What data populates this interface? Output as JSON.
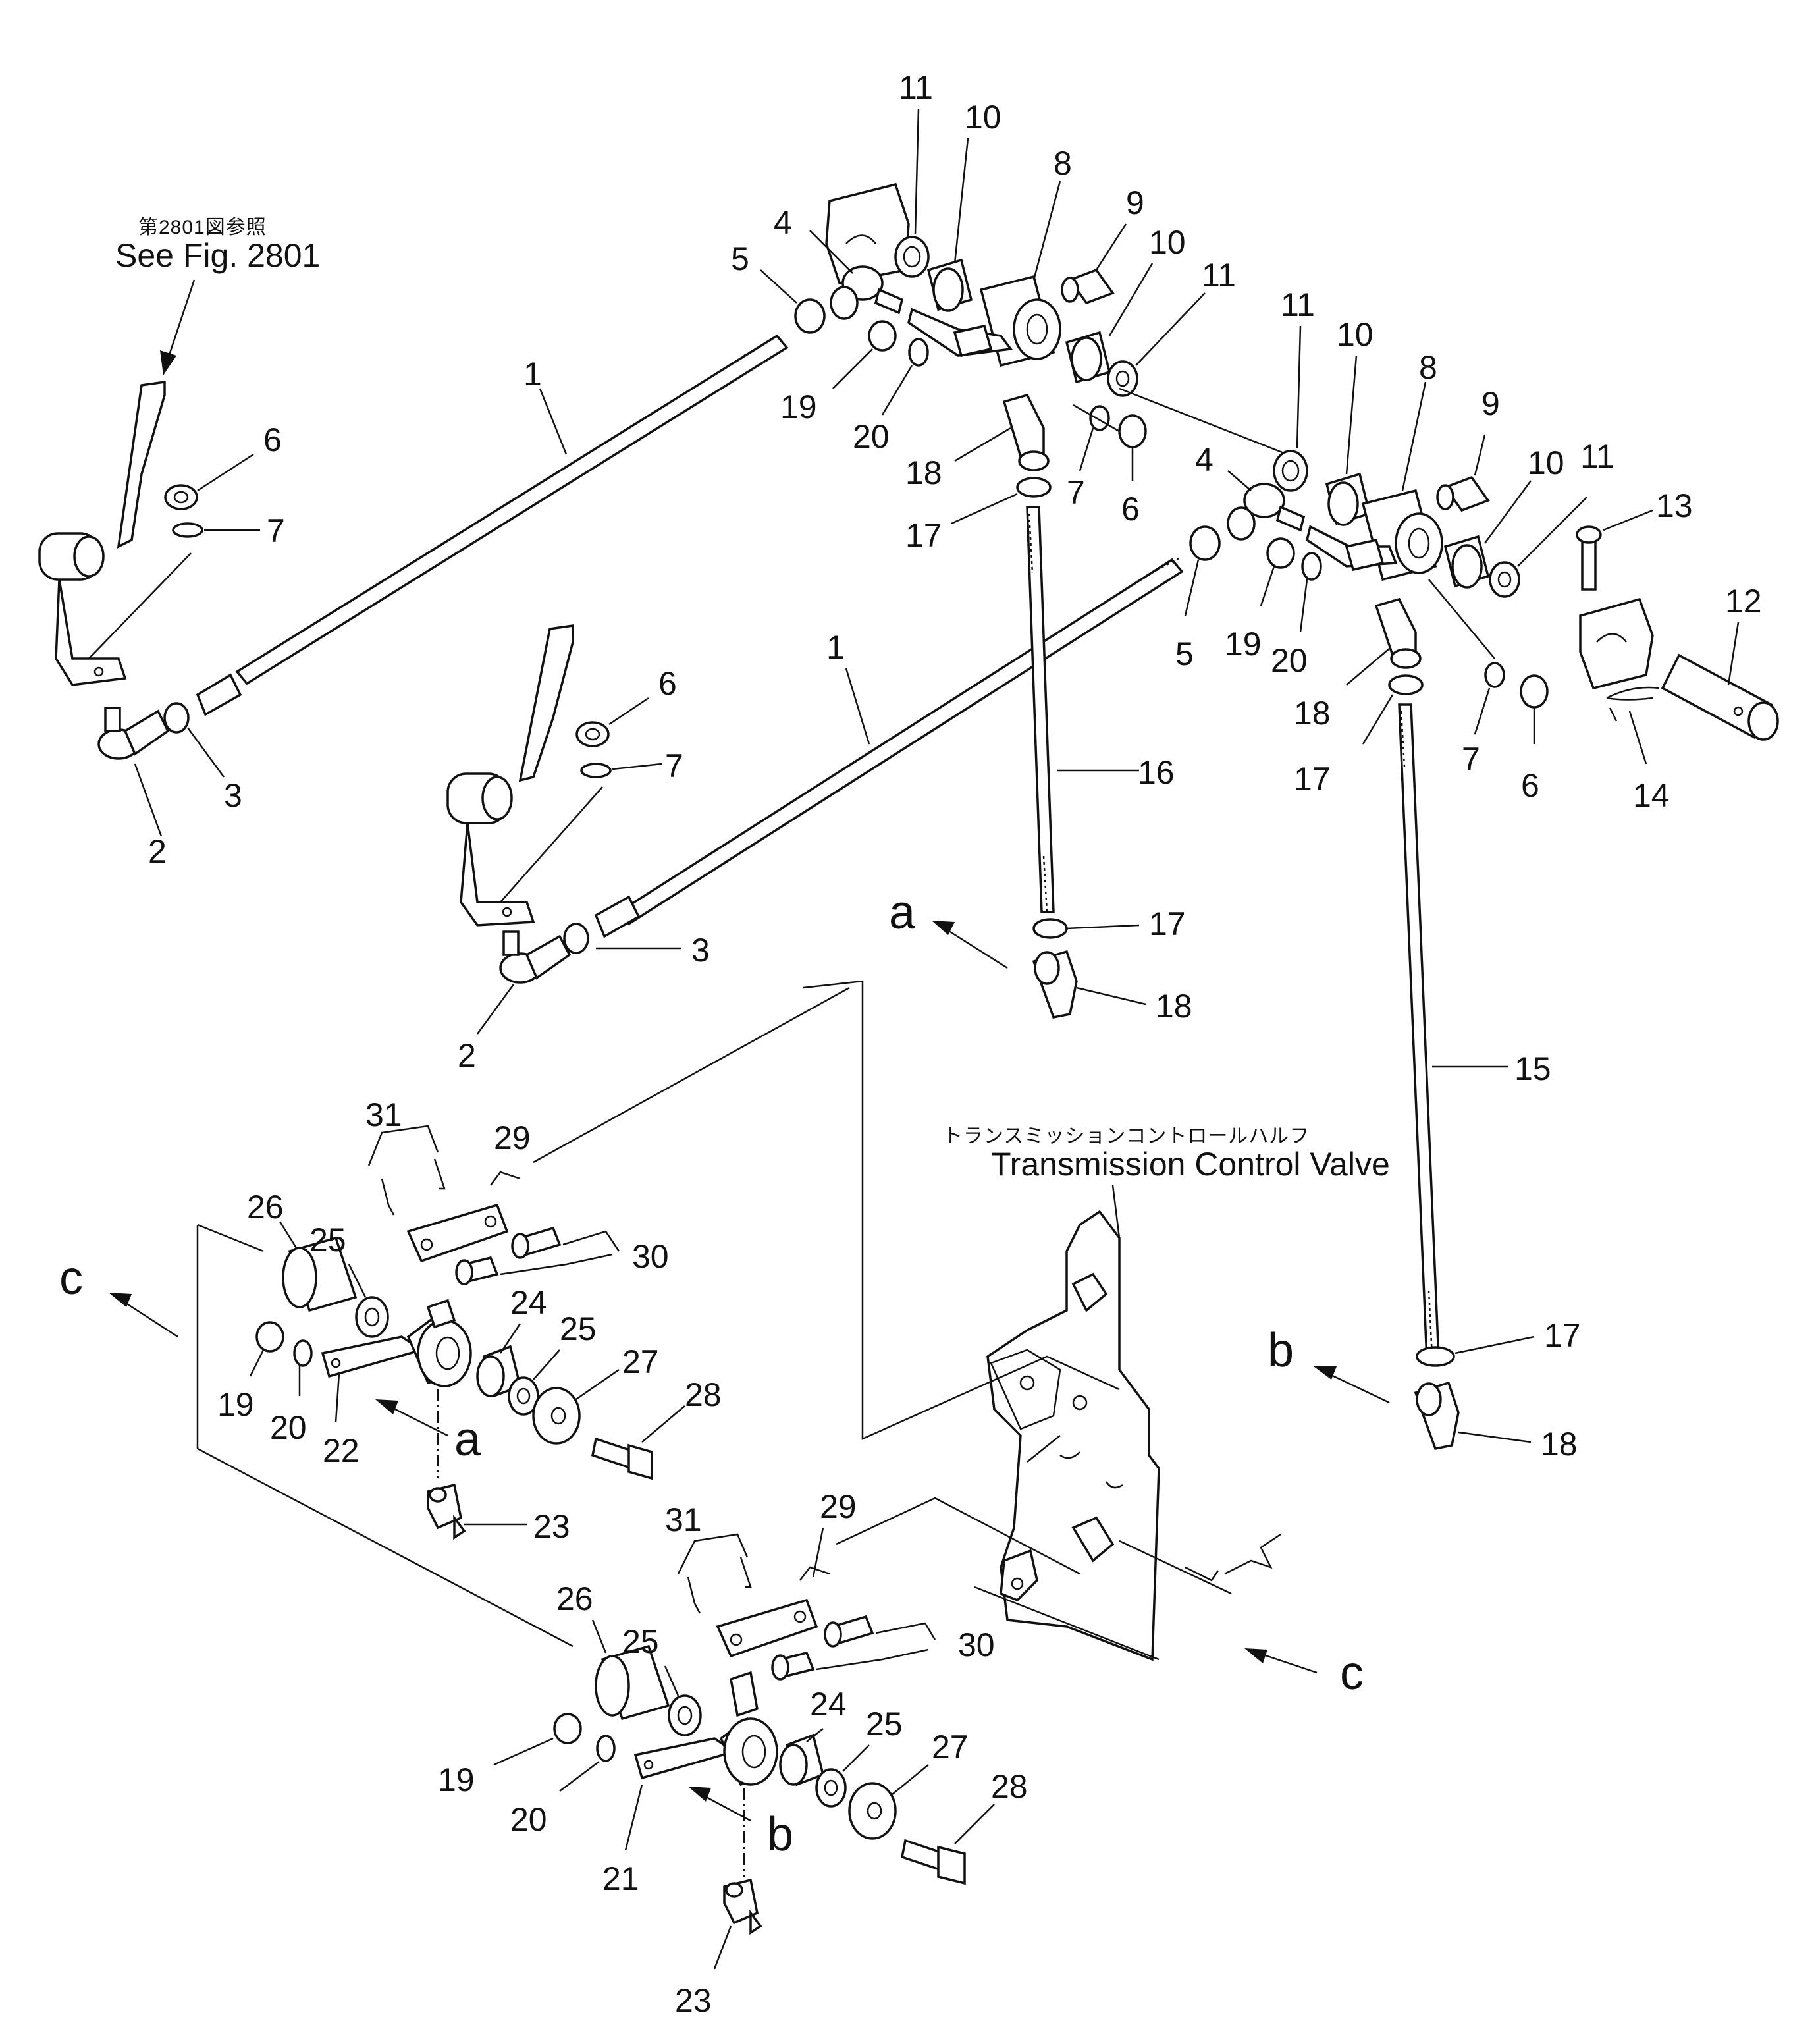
{
  "notes": {
    "see_fig_jp": "第2801図参照",
    "see_fig_en": "See Fig. 2801",
    "tcv_jp": "トランスミッションコントロールハルフ",
    "tcv_en": "Transmission Control Valve"
  },
  "views": {
    "a_upper": "a",
    "a_lower": "a",
    "b_upper": "b",
    "b_lower": "b",
    "c_left": "c",
    "c_right": "c"
  },
  "callouts": {
    "p1_upper": "1",
    "p1_lower": "1",
    "p2_upper": "2",
    "p2_lower": "2",
    "p3_upper": "3",
    "p3_lower": "3",
    "p4_left": "4",
    "p4_right": "4",
    "p5_left": "5",
    "p5_right": "5",
    "p6_a": "6",
    "p6_b": "6",
    "p6_c": "6",
    "p6_d": "6",
    "p7_a": "7",
    "p7_b": "7",
    "p7_c": "7",
    "p7_d": "7",
    "p8_left": "8",
    "p8_right": "8",
    "p9_left": "9",
    "p9_right": "9",
    "p10_a": "10",
    "p10_b": "10",
    "p10_c": "10",
    "p10_d": "10",
    "p11_a": "11",
    "p11_b": "11",
    "p11_c": "11",
    "p11_d": "11",
    "p12": "12",
    "p13": "13",
    "p14": "14",
    "p15": "15",
    "p16": "16",
    "p17_a": "17",
    "p17_b": "17",
    "p17_c": "17",
    "p17_d": "17",
    "p18_a": "18",
    "p18_b": "18",
    "p18_c": "18",
    "p18_d": "18",
    "p19_a": "19",
    "p19_b": "19",
    "p19_c": "19",
    "p19_d": "19",
    "p20_a": "20",
    "p20_b": "20",
    "p20_c": "20",
    "p20_d": "20",
    "p21": "21",
    "p22": "22",
    "p23_upper": "23",
    "p23_lower": "23",
    "p24_upper": "24",
    "p24_lower": "24",
    "p25_a": "25",
    "p25_b": "25",
    "p25_c": "25",
    "p25_d": "25",
    "p26_upper": "26",
    "p26_lower": "26",
    "p27_upper": "27",
    "p27_lower": "27",
    "p28_upper": "28",
    "p28_lower": "28",
    "p29_upper": "29",
    "p29_lower": "29",
    "p30_upper": "30",
    "p30_lower": "30",
    "p31_upper": "31",
    "p31_lower": "31"
  }
}
